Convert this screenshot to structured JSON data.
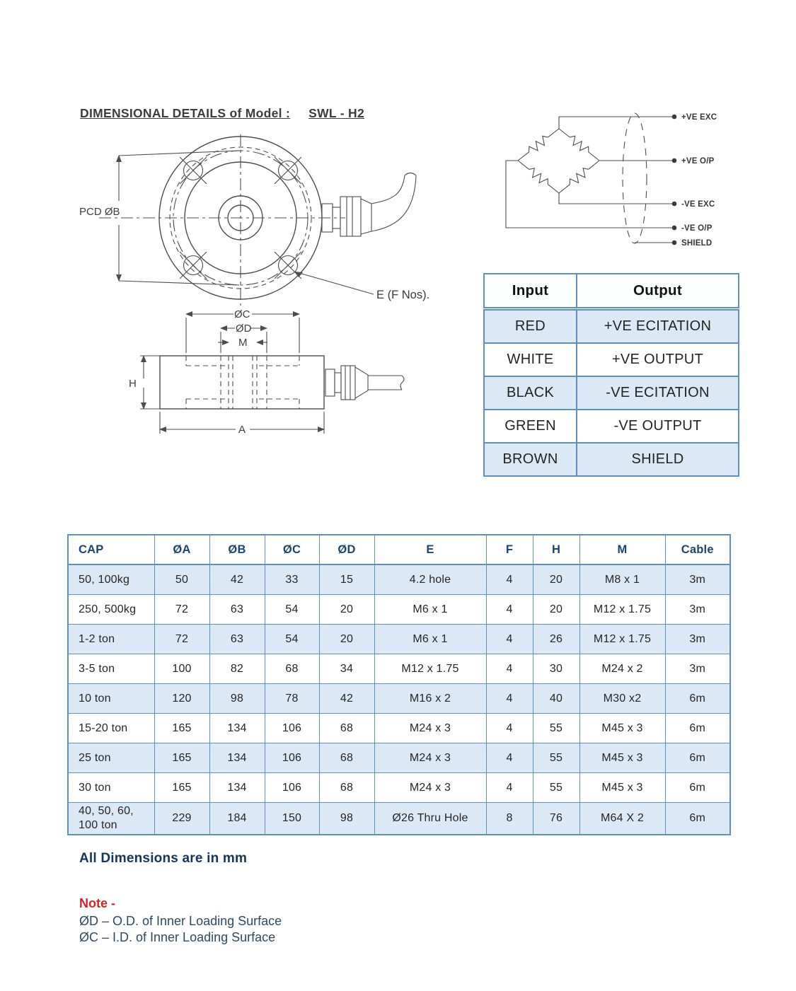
{
  "page": {
    "title_left": "DIMENSIONAL DETAILS of Model :",
    "title_model": "SWL - H2"
  },
  "drawing": {
    "top_view": {
      "pcd_label": "PCD ØB",
      "hole_label": "E (F Nos)."
    },
    "side_view": {
      "dim_oc": "ØC",
      "dim_od": "ØD",
      "dim_m": "M",
      "dim_h": "H",
      "dim_a": "A"
    }
  },
  "circuit": {
    "terminals": [
      "+VE EXC",
      "+VE O/P",
      "-VE EXC",
      "-VE O/P",
      "SHIELD"
    ]
  },
  "io_table": {
    "headers": [
      "Input",
      "Output"
    ],
    "rows": [
      [
        "RED",
        "+VE ECITATION"
      ],
      [
        "WHITE",
        "+VE OUTPUT"
      ],
      [
        "BLACK",
        "-VE ECITATION"
      ],
      [
        "GREEN",
        "-VE OUTPUT"
      ],
      [
        "BROWN",
        "SHIELD"
      ]
    ]
  },
  "main_table": {
    "headers": [
      "CAP",
      "ØA",
      "ØB",
      "ØC",
      "ØD",
      "E",
      "F",
      "H",
      "M",
      "Cable"
    ],
    "rows": [
      [
        "50, 100kg",
        "50",
        "42",
        "33",
        "15",
        "4.2 hole",
        "4",
        "20",
        "M8 x 1",
        "3m"
      ],
      [
        "250, 500kg",
        "72",
        "63",
        "54",
        "20",
        "M6 x 1",
        "4",
        "20",
        "M12 x 1.75",
        "3m"
      ],
      [
        "1-2 ton",
        "72",
        "63",
        "54",
        "20",
        "M6 x 1",
        "4",
        "26",
        "M12 x 1.75",
        "3m"
      ],
      [
        "3-5 ton",
        "100",
        "82",
        "68",
        "34",
        "M12 x 1.75",
        "4",
        "30",
        "M24 x 2",
        "3m"
      ],
      [
        "10 ton",
        "120",
        "98",
        "78",
        "42",
        "M16 x 2",
        "4",
        "40",
        "M30 x2",
        "6m"
      ],
      [
        "15-20 ton",
        "165",
        "134",
        "106",
        "68",
        "M24 x 3",
        "4",
        "55",
        "M45 x 3",
        "6m"
      ],
      [
        "25 ton",
        "165",
        "134",
        "106",
        "68",
        "M24 x 3",
        "4",
        "55",
        "M45 x 3",
        "6m"
      ],
      [
        "30 ton",
        "165",
        "134",
        "106",
        "68",
        "M24 x 3",
        "4",
        "55",
        "M45 x 3",
        "6m"
      ],
      [
        "40, 50, 60, 100 ton",
        "229",
        "184",
        "150",
        "98",
        "Ø26 Thru Hole",
        "8",
        "76",
        "M64 X 2",
        "6m"
      ]
    ]
  },
  "footer": {
    "dimensions_note": "All Dimensions are in mm",
    "note_label": "Note -",
    "note_lines": [
      "ØD – O.D. of Inner Loading Surface",
      "ØC – I.D. of Inner Loading Surface"
    ]
  },
  "colors": {
    "table_border": "#5e90bd",
    "row_fill": "#dbe8f5",
    "header_text": "#1a4670",
    "note_red": "#d02626",
    "footer_navy": "#14365a"
  }
}
